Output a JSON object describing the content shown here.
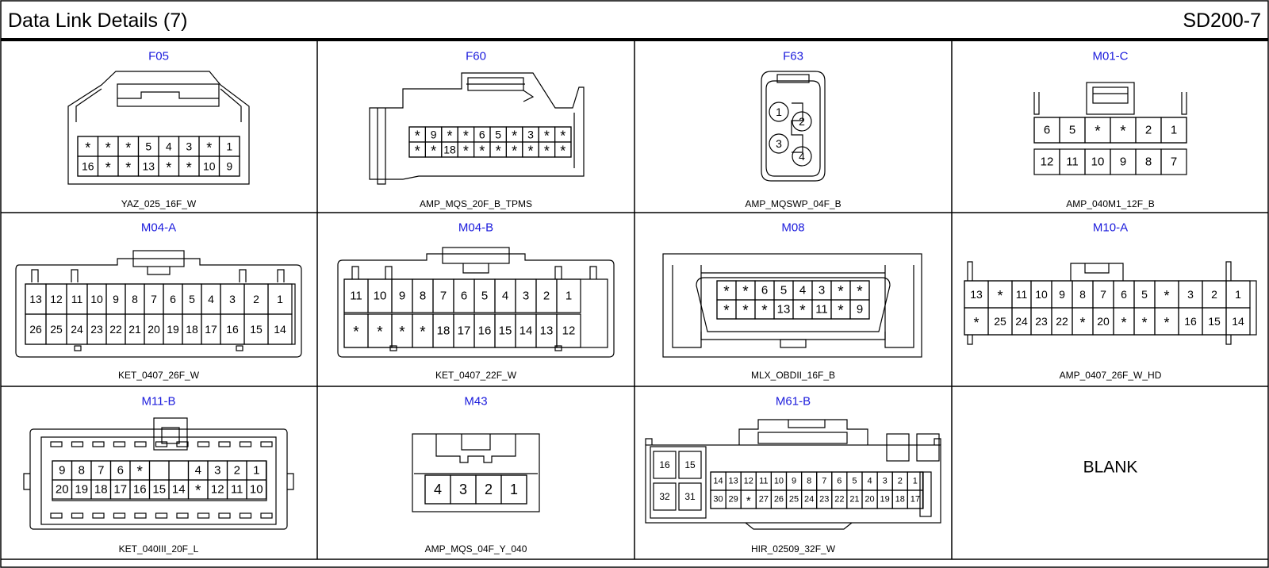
{
  "header": {
    "title": "Data Link Details (7)",
    "code": "SD200-7"
  },
  "colors": {
    "connector_id": "#1a1adc",
    "line": "#000000"
  },
  "cells": [
    {
      "id": "F05",
      "part": "YAZ_025_16F_W",
      "pins": [
        [
          "*",
          "*",
          "*",
          "5",
          "4",
          "3",
          "*",
          "1"
        ],
        [
          "16",
          "*",
          "*",
          "13",
          "*",
          "*",
          "10",
          "9"
        ]
      ]
    },
    {
      "id": "F60",
      "part": "AMP_MQS_20F_B_TPMS",
      "pins": [
        [
          "*",
          "9",
          "*",
          "*",
          "6",
          "5",
          "*",
          "3",
          "*",
          "*"
        ],
        [
          "*",
          "*",
          "18",
          "*",
          "*",
          "*",
          "*",
          "*",
          "*",
          "*"
        ]
      ]
    },
    {
      "id": "F63",
      "part": "AMP_MQSWP_04F_B",
      "pins": [
        [
          "1",
          "2"
        ],
        [
          "3",
          "4"
        ]
      ]
    },
    {
      "id": "M01-C",
      "part": "AMP_040M1_12F_B",
      "pins": [
        [
          "6",
          "5",
          "*",
          "*",
          "2",
          "1"
        ],
        [
          "12",
          "11",
          "10",
          "9",
          "8",
          "7"
        ]
      ]
    },
    {
      "id": "M04-A",
      "part": "KET_0407_26F_W",
      "pins": [
        [
          "13",
          "12",
          "11",
          "10",
          "9",
          "8",
          "7",
          "6",
          "5",
          "4",
          "3",
          "2",
          "1"
        ],
        [
          "26",
          "25",
          "24",
          "23",
          "22",
          "21",
          "20",
          "19",
          "18",
          "17",
          "16",
          "15",
          "14"
        ]
      ]
    },
    {
      "id": "M04-B",
      "part": "KET_0407_22F_W",
      "pins": [
        [
          "11",
          "10",
          "9",
          "8",
          "7",
          "6",
          "5",
          "4",
          "3",
          "2",
          "1"
        ],
        [
          "*",
          "*",
          "*",
          "*",
          "18",
          "17",
          "16",
          "15",
          "14",
          "13",
          "12"
        ]
      ]
    },
    {
      "id": "M08",
      "part": "MLX_OBDII_16F_B",
      "pins": [
        [
          "*",
          "*",
          "6",
          "5",
          "4",
          "3",
          "*",
          "*"
        ],
        [
          "*",
          "*",
          "*",
          "13",
          "*",
          "11",
          "*",
          "9"
        ]
      ]
    },
    {
      "id": "M10-A",
      "part": "AMP_0407_26F_W_HD",
      "pins": [
        [
          "13",
          "*",
          "11",
          "10",
          "9",
          "8",
          "7",
          "6",
          "5",
          "*",
          "3",
          "2",
          "1"
        ],
        [
          "*",
          "25",
          "24",
          "23",
          "22",
          "*",
          "20",
          "*",
          "*",
          "*",
          "16",
          "15",
          "14"
        ]
      ]
    },
    {
      "id": "M11-B",
      "part": "KET_040III_20F_L",
      "pins": [
        [
          "9",
          "8",
          "7",
          "6",
          "*",
          "",
          "",
          "4",
          "3",
          "2",
          "1"
        ],
        [
          "20",
          "19",
          "18",
          "17",
          "16",
          "15",
          "14",
          "*",
          "12",
          "11",
          "10"
        ]
      ]
    },
    {
      "id": "M43",
      "part": "AMP_MQS_04F_Y_040",
      "pins": [
        [
          "4",
          "3",
          "2",
          "1"
        ]
      ]
    },
    {
      "id": "M61-B",
      "part": "HIR_02509_32F_W",
      "pins": [
        [
          "16",
          "15",
          "14",
          "13",
          "12",
          "11",
          "10",
          "9",
          "8",
          "7",
          "6",
          "5",
          "4",
          "3",
          "2",
          "1"
        ],
        [
          "32",
          "31",
          "30",
          "29",
          "*",
          "27",
          "26",
          "25",
          "24",
          "23",
          "22",
          "21",
          "20",
          "19",
          "18",
          "17"
        ]
      ]
    },
    {
      "id": "",
      "part": "",
      "blank_label": "BLANK",
      "pins": []
    }
  ]
}
